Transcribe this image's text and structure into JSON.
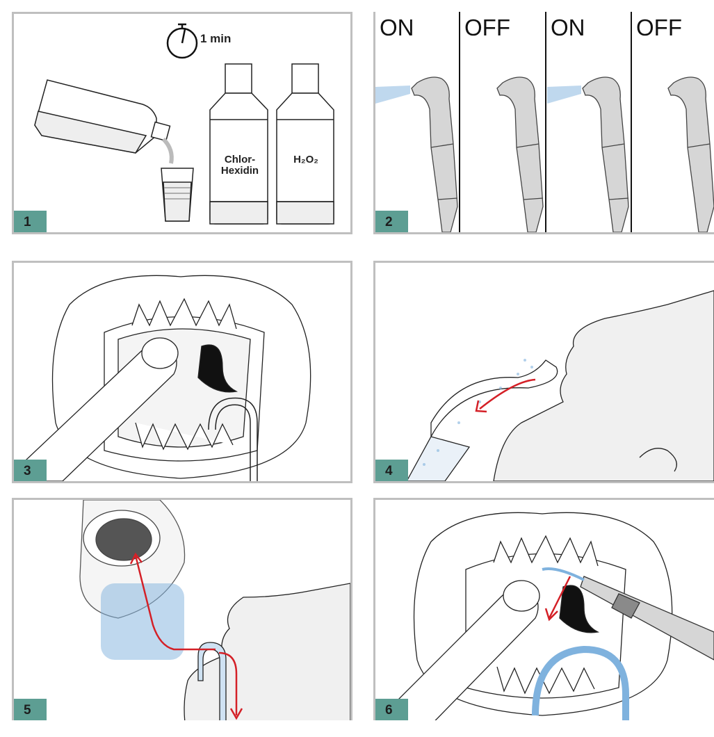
{
  "panels": [
    {
      "number": "1",
      "timer_label": "1 min",
      "bottle_labels": {
        "chlor_line1": "Chlor-",
        "chlor_line2": "Hexidin",
        "h2o2": "H₂O₂"
      }
    },
    {
      "number": "2",
      "states": [
        "ON",
        "OFF",
        "ON",
        "OFF"
      ]
    },
    {
      "number": "3"
    },
    {
      "number": "4"
    },
    {
      "number": "5"
    },
    {
      "number": "6"
    }
  ],
  "colors": {
    "badge": "#5d9e93",
    "arrow": "#d42027",
    "spray": "#7fb2de",
    "frame": "#bfbfbf",
    "fill": "#f0f0f0"
  }
}
